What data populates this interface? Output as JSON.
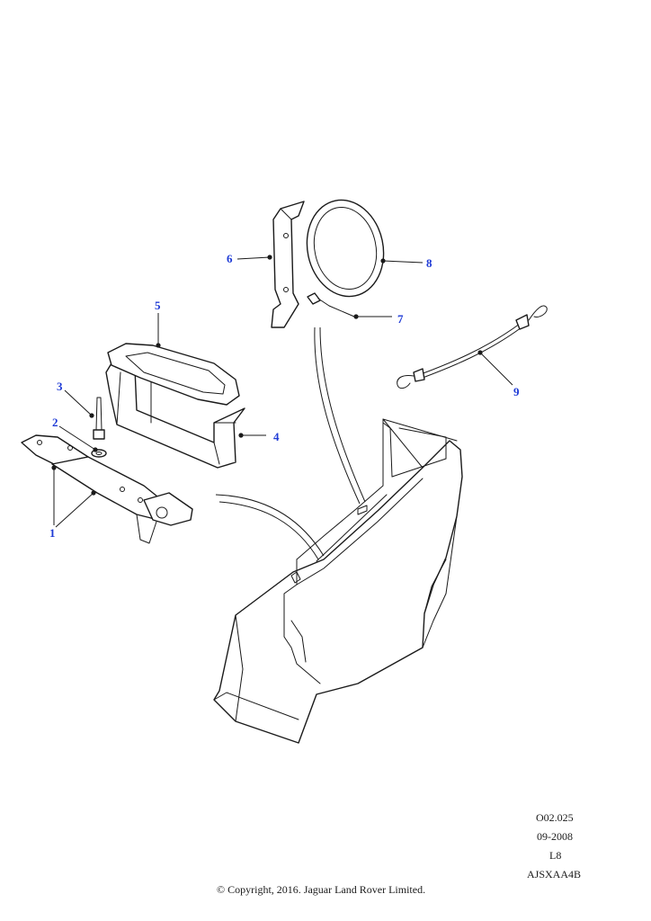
{
  "diagram": {
    "callout_color": "#1f3bd6",
    "callouts": [
      {
        "number": "1",
        "part": "spare-wheel-retaining-strap"
      },
      {
        "number": "2",
        "part": "washer"
      },
      {
        "number": "3",
        "part": "rivet"
      },
      {
        "number": "4",
        "part": "strap-bracket"
      },
      {
        "number": "5",
        "part": "retaining-ring"
      },
      {
        "number": "6",
        "part": "mounting-bracket"
      },
      {
        "number": "7",
        "part": "bolt"
      },
      {
        "number": "8",
        "part": "seal-ring"
      },
      {
        "number": "9",
        "part": "elastic-strap-with-hooks"
      }
    ]
  },
  "footer": {
    "reference_code": "O02.025",
    "date": "09-2008",
    "variant": "L8",
    "illustration_id": "AJSXAA4B",
    "copyright": "© Copyright, 2016. Jaguar Land Rover Limited."
  }
}
